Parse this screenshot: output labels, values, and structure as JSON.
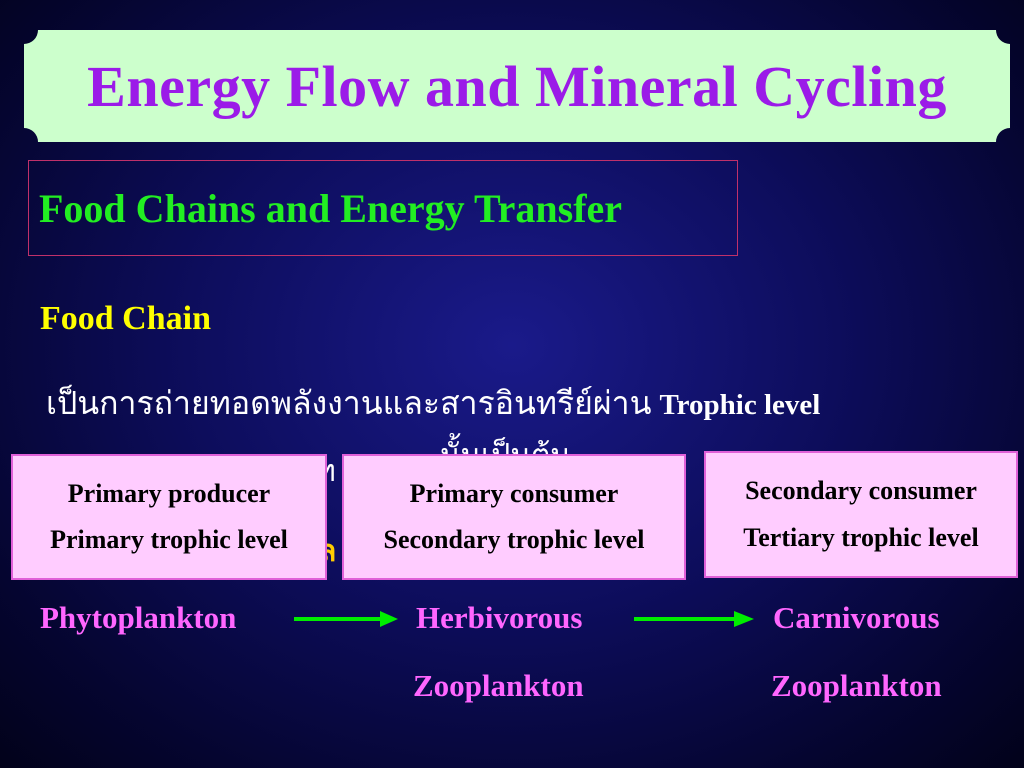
{
  "slide": {
    "title": "Energy Flow and Mineral Cycling",
    "subtitle": "Food Chains and Energy Transfer",
    "food_chain_heading": "Food Chain",
    "thai_description": "เป็นการถ่ายทอดพลังงานและสารอินทรีย์ผ่าน ",
    "thai_description_term": "Trophic level",
    "obscured_line_fragment": "ท",
    "obscured_line_fragment_2": "นั้นเป็นต้น",
    "obscured_line_fragment_3": "ล"
  },
  "trophic_boxes": [
    {
      "role": "Primary producer",
      "level": "Primary trophic level"
    },
    {
      "role": "Primary consumer",
      "level": "Secondary trophic level"
    },
    {
      "role": "Secondary consumer",
      "level": "Tertiary trophic level"
    }
  ],
  "organisms": {
    "phytoplankton": "Phytoplankton",
    "herbivorous": "Herbivorous",
    "herbivorous_sub": "Zooplankton",
    "carnivorous": "Carnivorous",
    "carnivorous_sub": "Zooplankton"
  },
  "colors": {
    "title": "#9b1be8",
    "banner_fill": "#ccffcc",
    "subtitle": "#22ee22",
    "heading": "#ffff00",
    "box_fill": "#ffccff",
    "organism": "#ff66ff",
    "arrow": "#00ee00"
  }
}
